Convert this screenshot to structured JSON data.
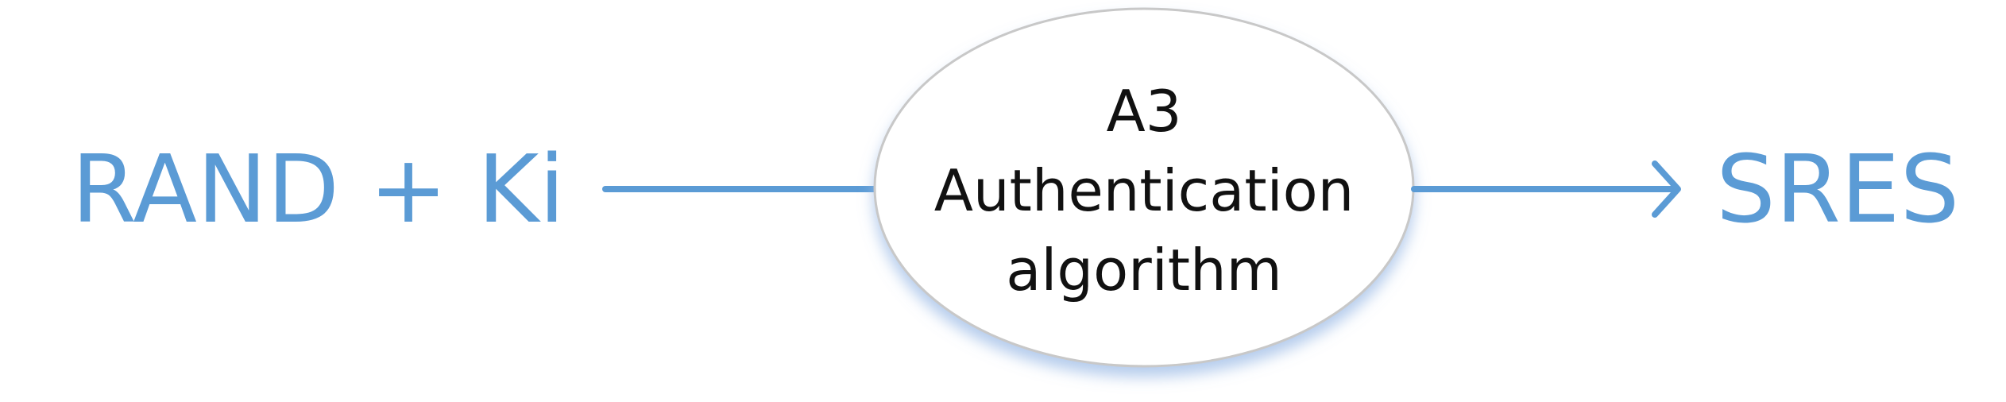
{
  "diagram": {
    "input": {
      "label": "RAND + Ki"
    },
    "node": {
      "title": "A3",
      "line1": "Authentication",
      "line2": "algorithm"
    },
    "output": {
      "label": "SRES"
    }
  },
  "colors": {
    "accent": "#5b9bd5",
    "text": "#111111",
    "node_border": "#c8c8c8",
    "node_shadow": "#bcd0ea",
    "background": "#ffffff"
  }
}
